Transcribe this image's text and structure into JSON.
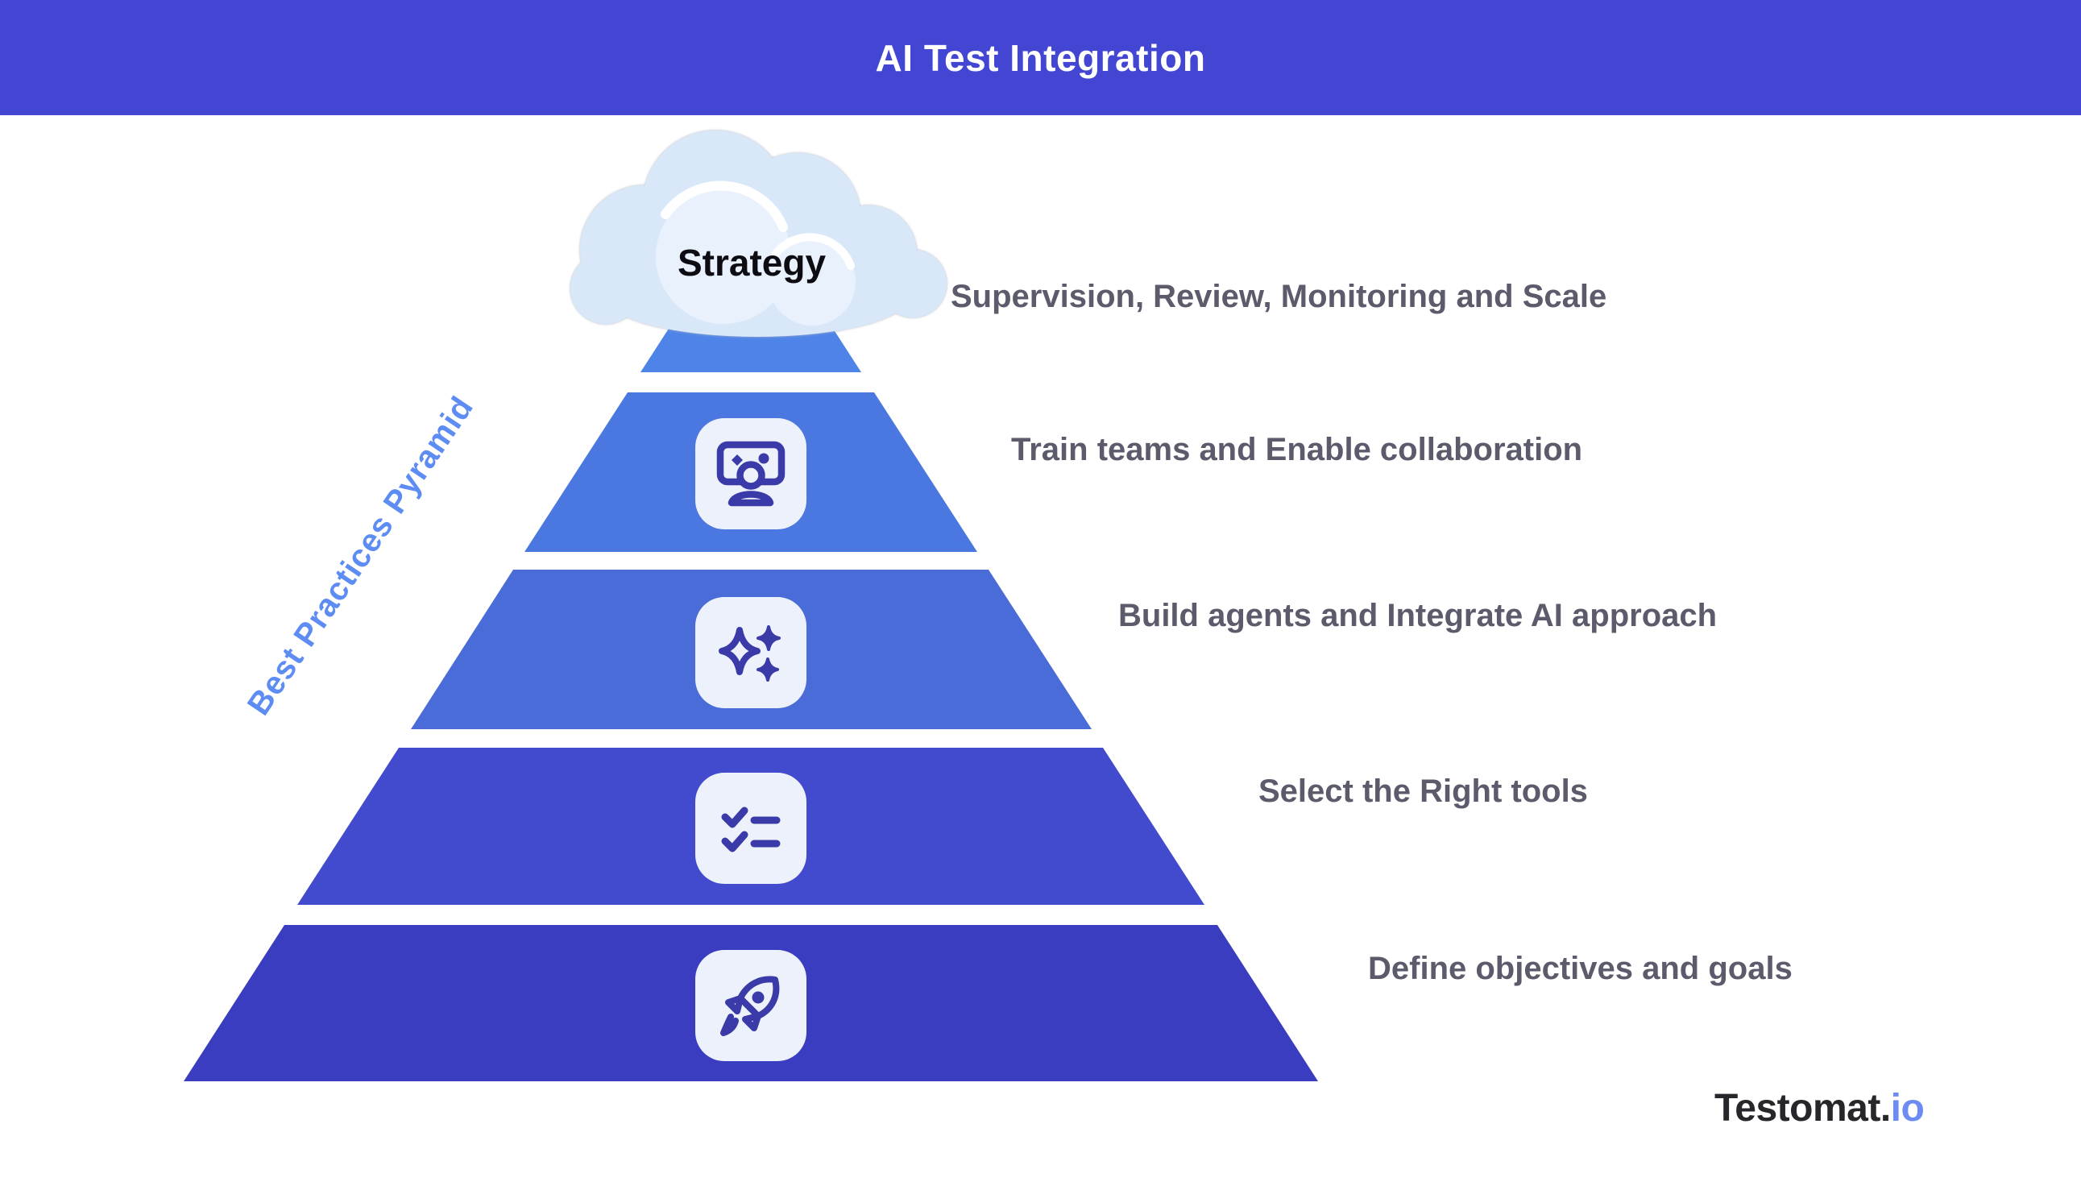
{
  "header": {
    "title": "AI Test Integration",
    "bg_color": "#4246d2"
  },
  "pyramid": {
    "side_label": "Best Practices Pyramid",
    "side_label_color": "#5d8cf2",
    "cloud_label": "Strategy",
    "label_text_color": "#5b5b6b",
    "icon_color": "#3a3aa8",
    "card_color": "#edf1fb",
    "levels": [
      {
        "label": "Supervision, Review, Monitoring and Scale",
        "color": "#4e84e8",
        "icon": "cloud-strategy"
      },
      {
        "label": "Train teams and Enable collaboration",
        "color": "#4b77e0",
        "icon": "training-icon"
      },
      {
        "label": "Build agents and Integrate AI approach",
        "color": "#4a6cd8",
        "icon": "sparkles-icon"
      },
      {
        "label": "Select the Right tools",
        "color": "#424acd",
        "icon": "checklist-icon"
      },
      {
        "label": "Define objectives and goals",
        "color": "#3b3dc0",
        "icon": "rocket-icon"
      }
    ]
  },
  "branding": {
    "logo_dark": "Testomat.",
    "logo_blue": "io"
  }
}
